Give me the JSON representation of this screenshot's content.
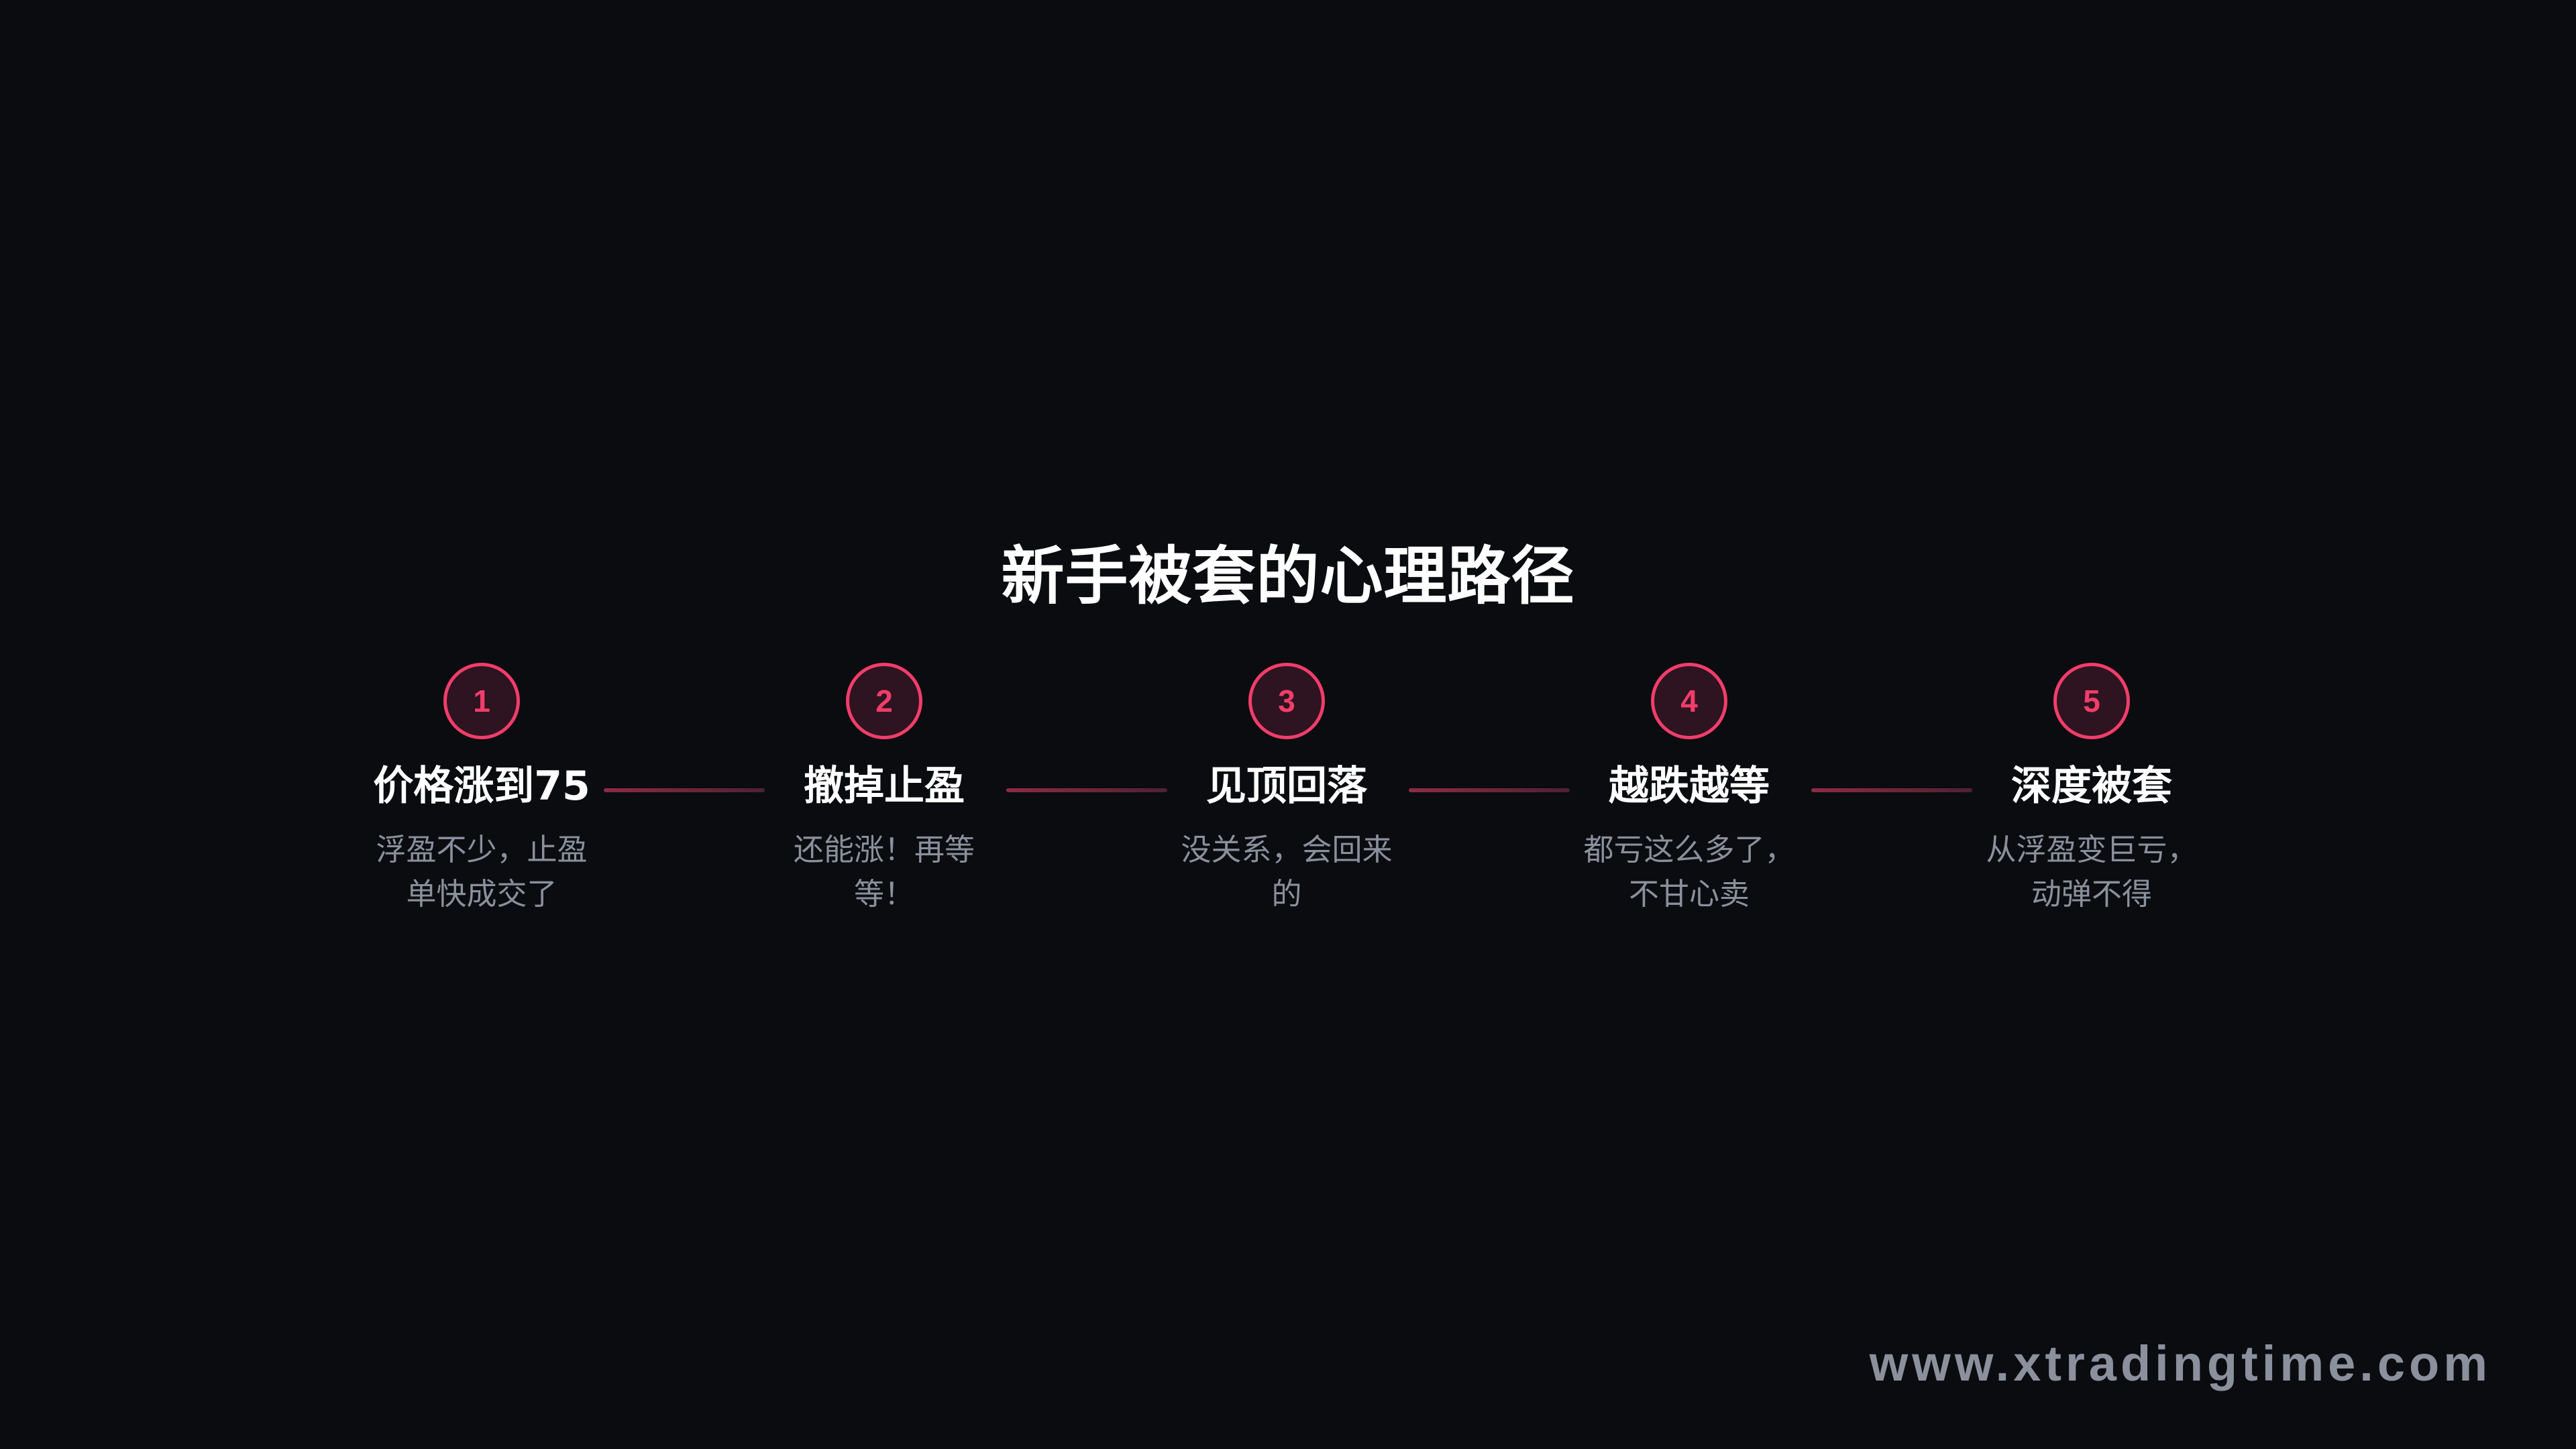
{
  "title": "新手被套的心理路径",
  "colors": {
    "background": "#0a0c10",
    "accent": "#f23d6a",
    "circle_fill": "#2d1420",
    "title_text": "#ffffff",
    "desc_text": "#8a909c",
    "connector_start": "#8e2a47",
    "connector_end": "#4d2230"
  },
  "steps": [
    {
      "number": "1",
      "title": "价格涨到75",
      "desc": "浮盈不少，止盈单快成交了"
    },
    {
      "number": "2",
      "title": "撤掉止盈",
      "desc": "还能涨！再等等！"
    },
    {
      "number": "3",
      "title": "见顶回落",
      "desc": "没关系，会回来的"
    },
    {
      "number": "4",
      "title": "越跌越等",
      "desc": "都亏这么多了，不甘心卖"
    },
    {
      "number": "5",
      "title": "深度被套",
      "desc": "从浮盈变巨亏，动弹不得"
    }
  ],
  "watermark": "www.xtradingtime.com"
}
